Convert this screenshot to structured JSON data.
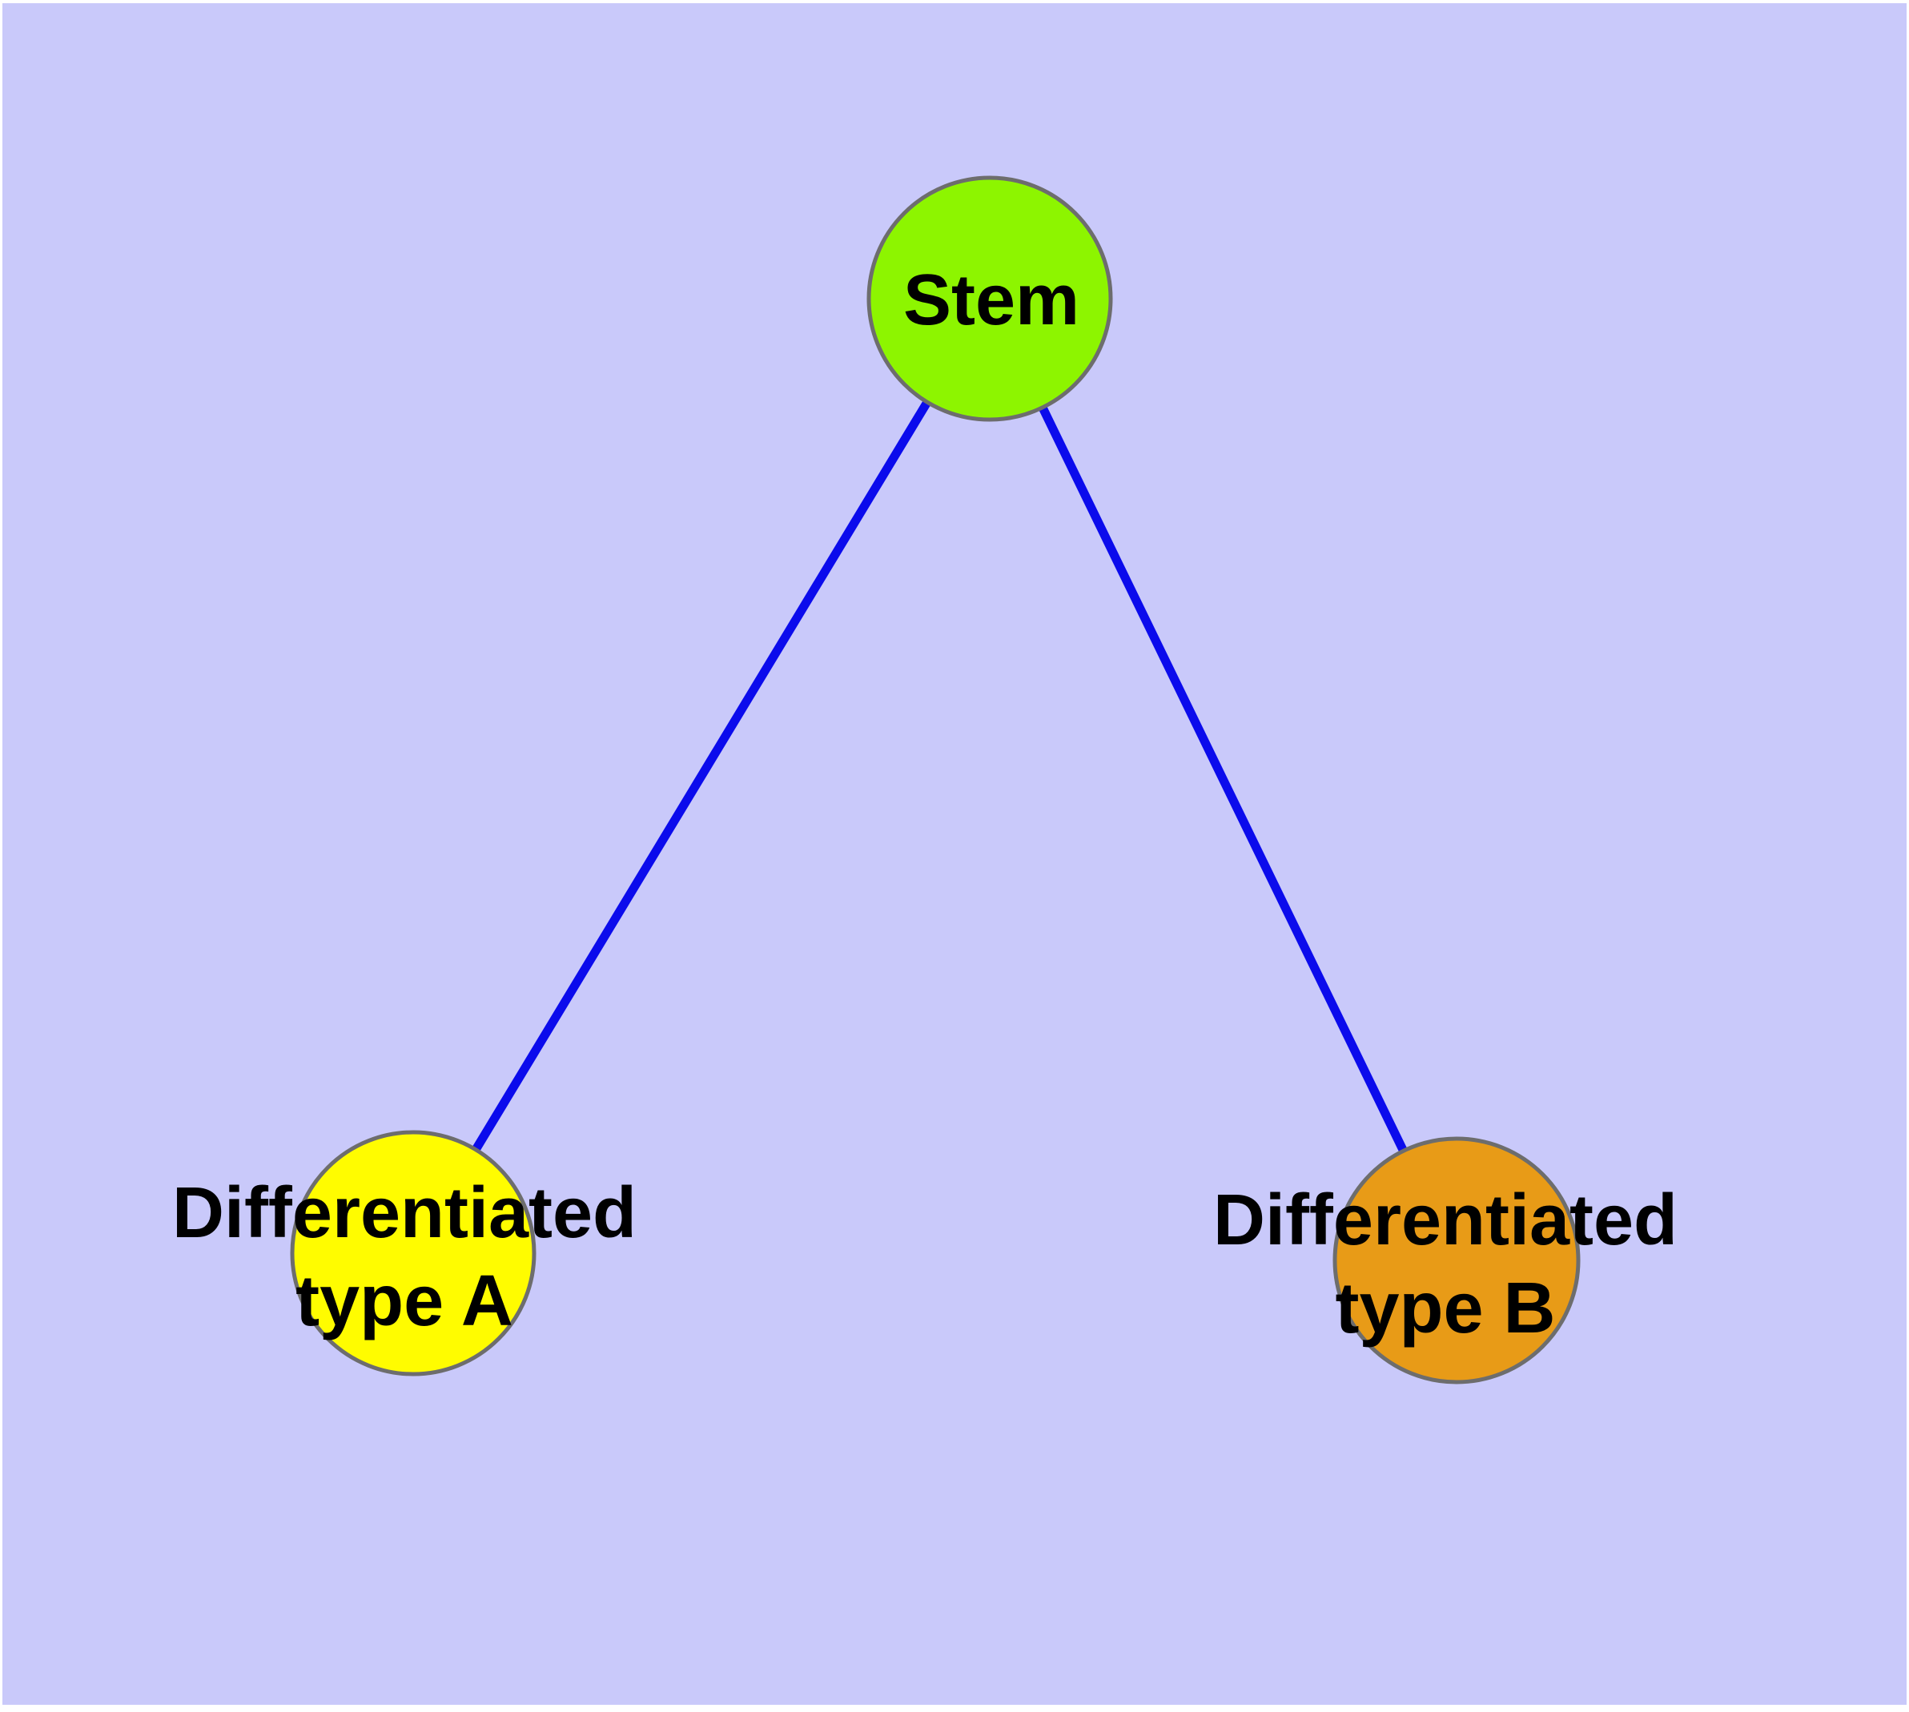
{
  "diagram": {
    "page_color": "#ffffff",
    "background_color": "#c9c9fa",
    "edge_color": "#0b0bec",
    "node_border_color": "#6d6d6d",
    "label_color": "#000000",
    "nodes": {
      "stem": {
        "label": "Stem",
        "fill": "#8df500"
      },
      "type_a": {
        "label_line1": "Differentiated",
        "label_line2": "type A",
        "fill": "#fffc00"
      },
      "type_b": {
        "label_line1": "Differentiated",
        "label_line2": "type B",
        "fill": "#e89b17"
      }
    },
    "edges": [
      {
        "from": "stem",
        "to": "type_a"
      },
      {
        "from": "stem",
        "to": "type_b"
      }
    ]
  }
}
